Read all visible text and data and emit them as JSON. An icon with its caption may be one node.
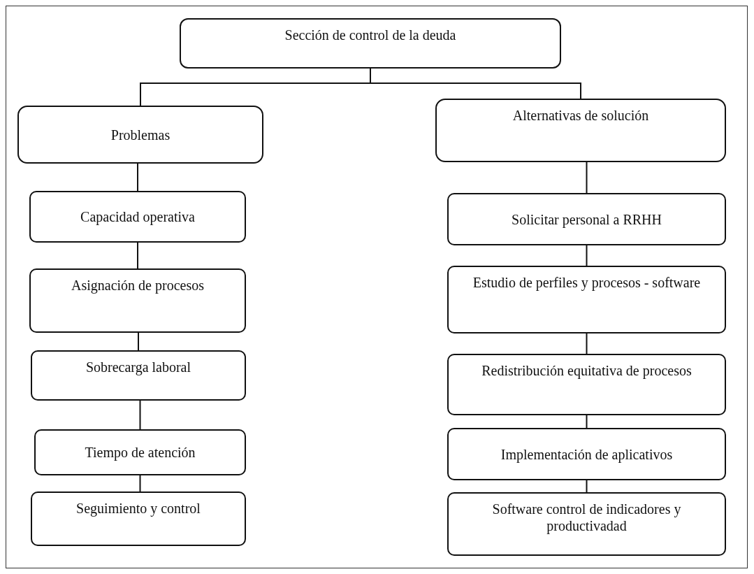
{
  "diagram": {
    "nodes": [
      {
        "text": [
          "Sección de control de la deuda"
        ]
      },
      {
        "text": [
          "Problemas"
        ]
      },
      {
        "text": [
          "Alternativas de solución"
        ]
      },
      {
        "text": [
          "Capacidad operativa"
        ]
      },
      {
        "text": [
          "Asignación de procesos"
        ]
      },
      {
        "text": [
          "Sobrecarga laboral"
        ]
      },
      {
        "text": [
          "Tiempo de atención"
        ]
      },
      {
        "text": [
          "Seguimiento y control"
        ]
      },
      {
        "text": [
          "Solicitar personal a RRHH"
        ]
      },
      {
        "text": [
          "Estudio de perfiles y procesos - software"
        ]
      },
      {
        "text": [
          "Redistribución equitativa de procesos"
        ]
      },
      {
        "text": [
          "Implementación de aplicativos"
        ]
      },
      {
        "text": [
          "Software control de indicadores y productivadad"
        ]
      }
    ],
    "edges": [
      {
        "from": 0,
        "to": 1,
        "arrow": "none"
      },
      {
        "from": 0,
        "to": 2,
        "arrow": "none"
      },
      {
        "from": 1,
        "to": 3,
        "arrow": "none"
      },
      {
        "from": 3,
        "to": 4,
        "arrow": "none"
      },
      {
        "from": 4,
        "to": 5,
        "arrow": "none"
      },
      {
        "from": 5,
        "to": 6,
        "arrow": "none"
      },
      {
        "from": 6,
        "to": 7,
        "arrow": "none"
      },
      {
        "from": 2,
        "to": 8,
        "arrow": "none"
      },
      {
        "from": 8,
        "to": 9,
        "arrow": "none"
      },
      {
        "from": 9,
        "to": 10,
        "arrow": "none"
      },
      {
        "from": 10,
        "to": 11,
        "arrow": "none"
      },
      {
        "from": 11,
        "to": 12,
        "arrow": "none"
      }
    ]
  }
}
